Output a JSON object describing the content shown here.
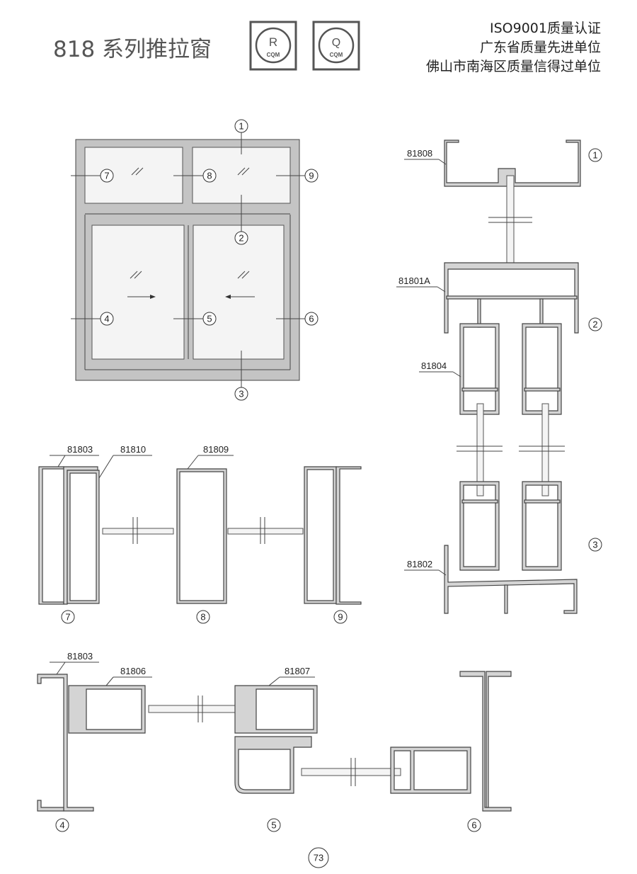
{
  "header": {
    "title": "818 系列推拉窗",
    "logos": [
      {
        "letter": "R",
        "text": "CQM"
      },
      {
        "letter": "Q",
        "text": "CQM"
      }
    ],
    "certifications": [
      "ISO9001质量认证",
      "广东省质量先进单位",
      "佛山市南海区质量信得过单位"
    ]
  },
  "elevation": {
    "callouts": [
      "1",
      "2",
      "3",
      "4",
      "5",
      "6",
      "7",
      "8",
      "9"
    ]
  },
  "section_vertical": {
    "profiles": [
      "81808",
      "81801A",
      "81804",
      "81802"
    ],
    "callouts": [
      "1",
      "2",
      "3"
    ]
  },
  "section_top": {
    "profiles": [
      "81803",
      "81810",
      "81809"
    ],
    "callouts": [
      "7",
      "8",
      "9"
    ]
  },
  "section_bottom": {
    "profiles": [
      "81803",
      "81806",
      "81807"
    ],
    "callouts": [
      "4",
      "5",
      "6"
    ]
  },
  "page_number": "73"
}
